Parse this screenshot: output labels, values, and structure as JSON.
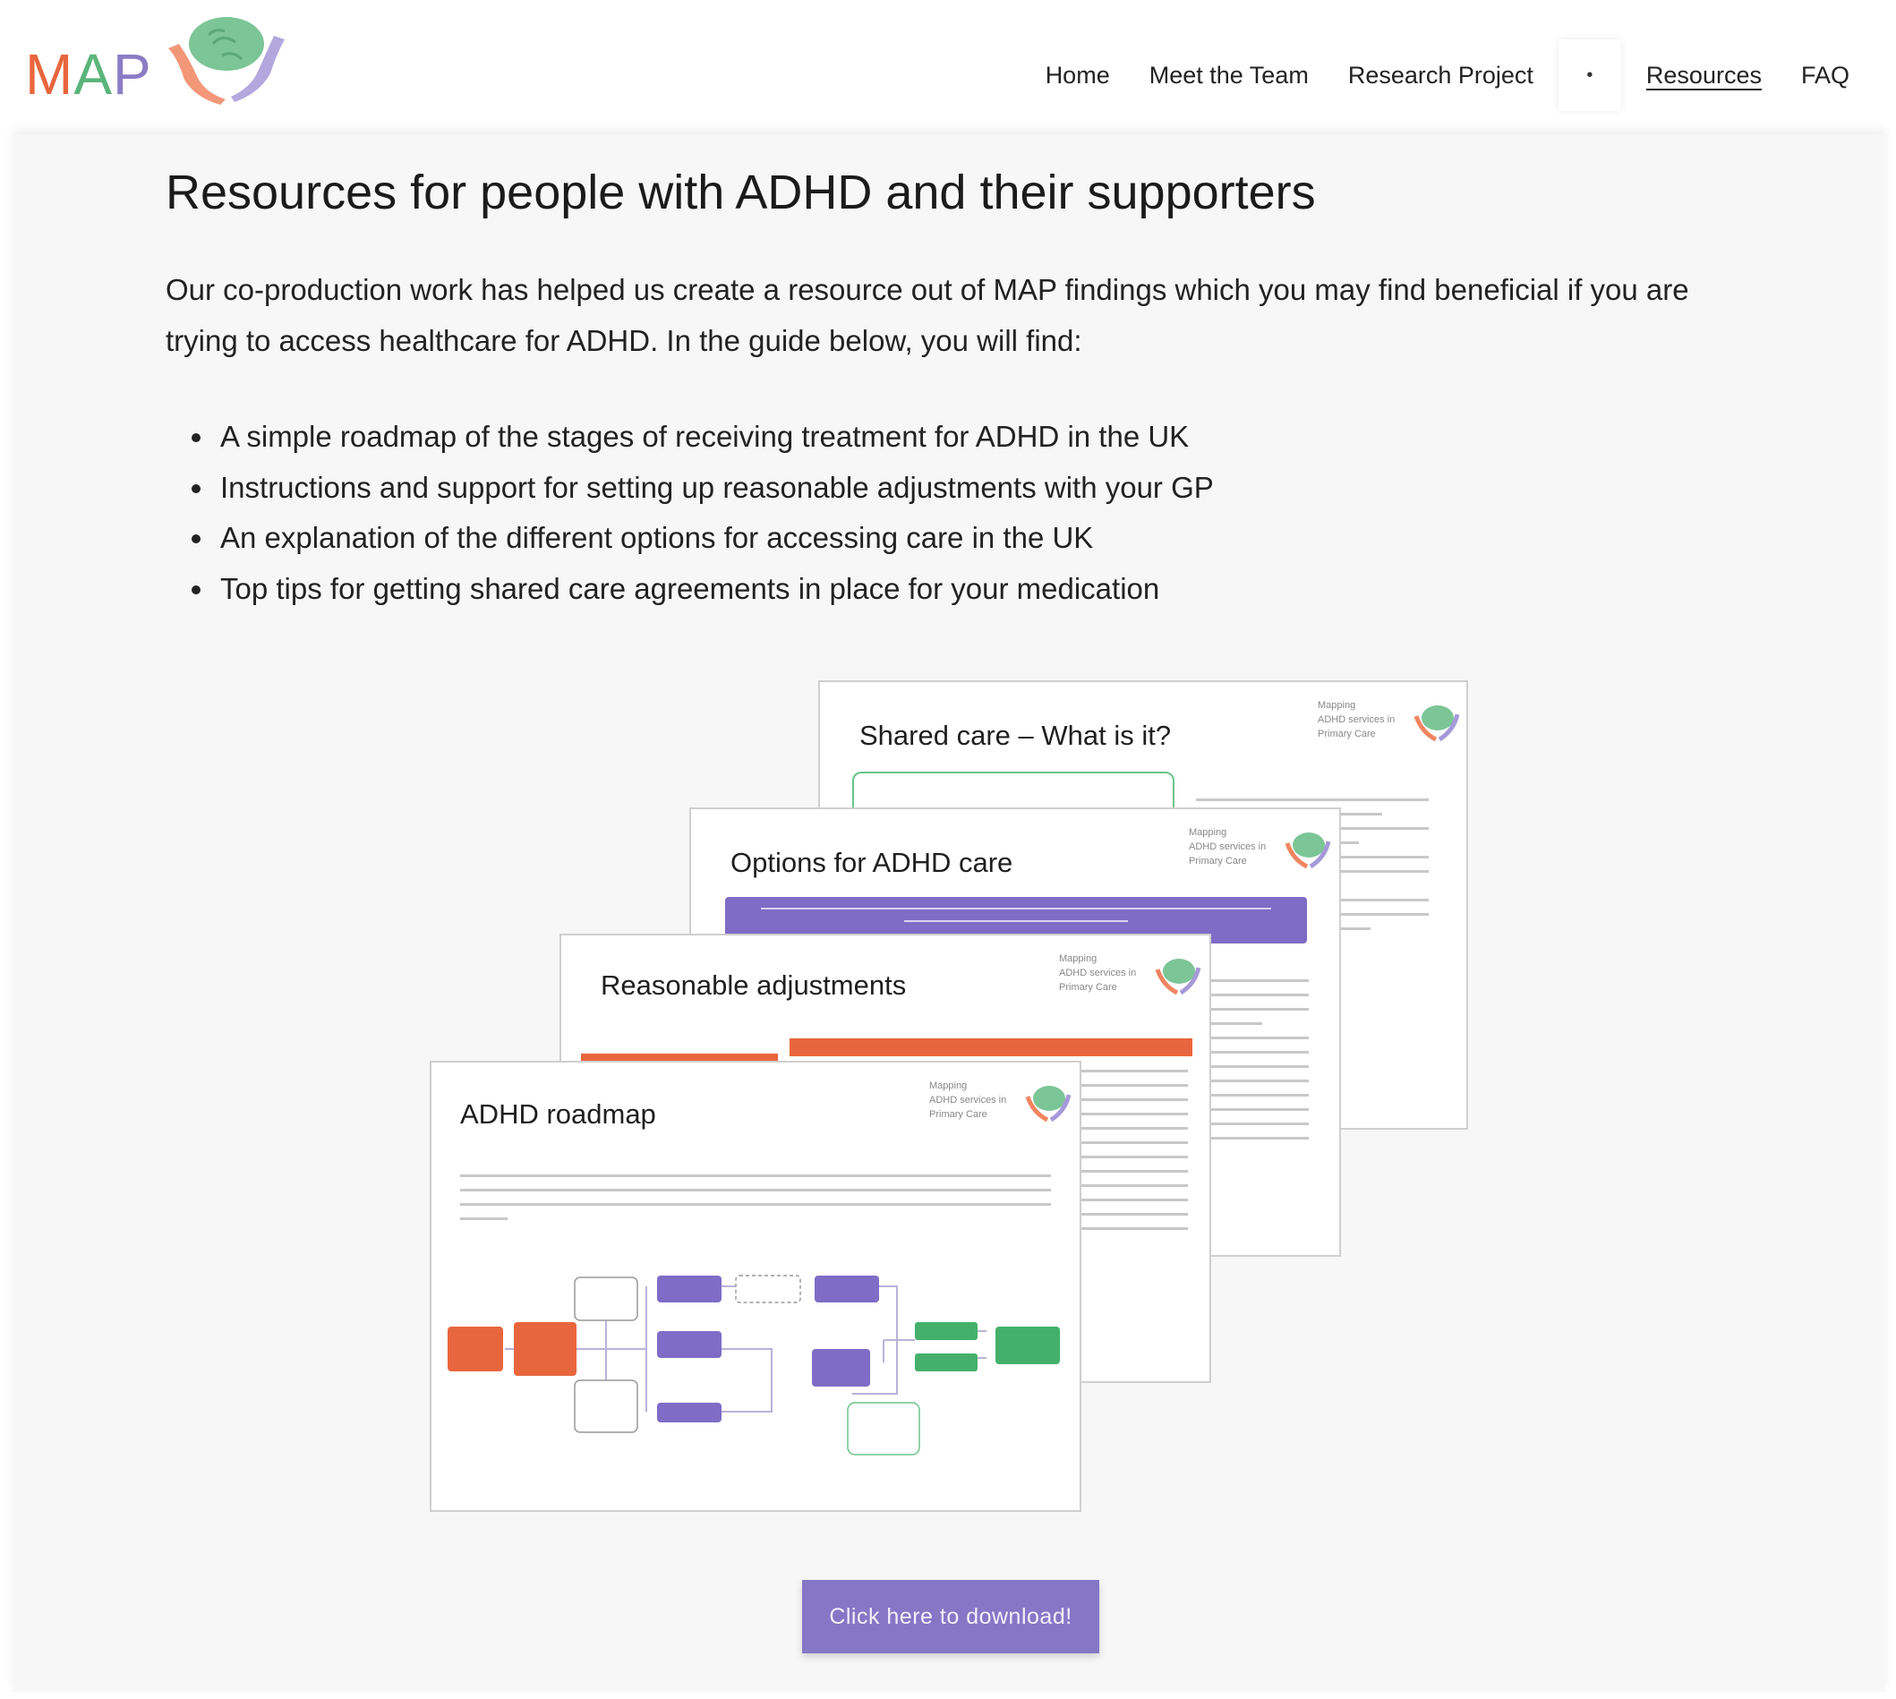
{
  "brand": {
    "logo_text_m": "M",
    "logo_text_a": "A",
    "logo_text_p": "P",
    "colors": {
      "orange": "#e8663d",
      "green": "#5bb57a",
      "purple": "#8b7cc6"
    }
  },
  "nav": {
    "items": [
      {
        "label": "Home",
        "active": false
      },
      {
        "label": "Meet the Team",
        "active": false
      },
      {
        "label": "Research Project",
        "active": false
      },
      {
        "label": "Resources",
        "active": true
      },
      {
        "label": "FAQ",
        "active": false
      }
    ],
    "more_glyph": "•"
  },
  "main": {
    "title": "Resources for people with ADHD and their supporters",
    "intro": "Our co-production work has helped us create a resource out of MAP findings which you may find beneficial if you are trying to access healthcare for ADHD. In the guide below, you will find:",
    "bullets": [
      "A simple roadmap of the stages of receiving treatment for ADHD in the UK",
      "Instructions and support for setting up reasonable adjustments with your GP",
      "An explanation of the different options for accessing care in the UK",
      "Top tips for getting shared care agreements in place for your medication"
    ]
  },
  "preview": {
    "mini_logo_line1": "Mapping",
    "mini_logo_line2": "ADHD services in",
    "mini_logo_line3": "Primary Care",
    "slides": [
      {
        "title": "Shared care – What is it?"
      },
      {
        "title": "Options for ADHD care"
      },
      {
        "title": "Reasonable adjustments"
      },
      {
        "title": "ADHD roadmap"
      }
    ]
  },
  "download_label": "Click here to download!"
}
